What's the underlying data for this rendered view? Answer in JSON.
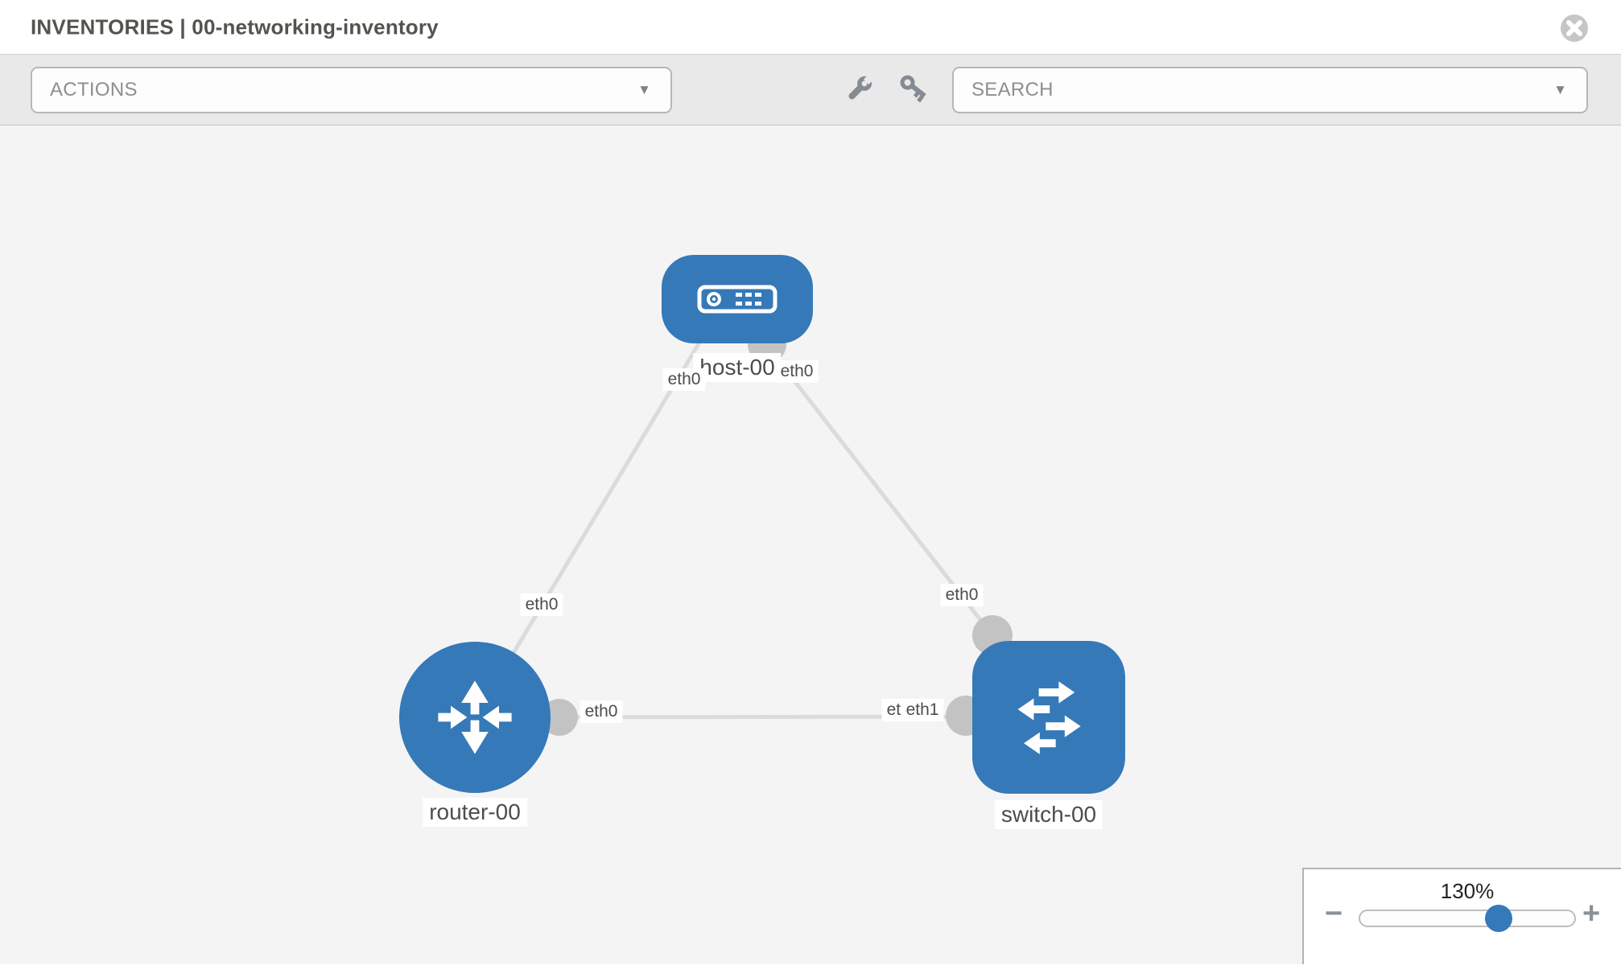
{
  "header": {
    "title": "INVENTORIES | 00-networking-inventory"
  },
  "toolbar": {
    "actions_label": "ACTIONS",
    "search_placeholder": "SEARCH",
    "tools": [
      "wrench",
      "key"
    ]
  },
  "icons": {
    "caret_down": "▼",
    "zoom_out": "−",
    "zoom_in": "+"
  },
  "topology": {
    "nodes": [
      {
        "id": "host-00",
        "type": "host",
        "label": "host-00"
      },
      {
        "id": "router-00",
        "type": "router",
        "label": "router-00"
      },
      {
        "id": "switch-00",
        "type": "switch",
        "label": "switch-00"
      }
    ],
    "links": [
      {
        "source": "host-00",
        "source_interface": "eth0",
        "target": "router-00",
        "target_interface": "eth0"
      },
      {
        "source": "host-00",
        "source_interface": "eth0",
        "target": "switch-00",
        "target_interface": "eth0"
      },
      {
        "source": "router-00",
        "source_interface": "eth0",
        "target": "switch-00",
        "target_interface": "eth1",
        "overlapped_label": "eth0"
      }
    ]
  },
  "zoom_control": {
    "value": "130%"
  },
  "colors": {
    "node_blue": "#3579b8",
    "edge_gray": "#dbdbdb",
    "connector_gray": "#c3c3c3",
    "toolbar_gray": "#e9e9e9",
    "canvas_gray": "#f4f4f4"
  }
}
